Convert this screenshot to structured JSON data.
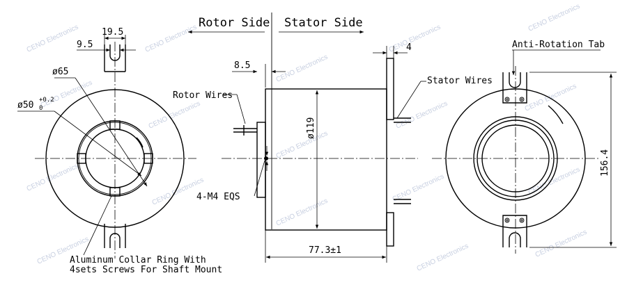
{
  "labels": {
    "rotor_side": "Rotor Side",
    "stator_side": "Stator Side",
    "rotor_wires": "Rotor Wires",
    "stator_wires": "Stator Wires",
    "anti_rotation_tab": "Anti-Rotation Tab",
    "m4": "4-M4 EQS",
    "collar_line1": "Aluminum Collar Ring With",
    "collar_line2": "4sets Screws For Shaft Mount"
  },
  "dimensions": {
    "d19_5": "19.5",
    "d9_5": "9.5",
    "d65": "ø65",
    "d50": "ø50",
    "d50_tol_upper": "+0.2",
    "d50_tol_lower": "0",
    "d8_5": "8.5",
    "d119": "ø119",
    "d4": "4",
    "d77_3": "77.3±1",
    "d156_4": "156.4"
  },
  "watermark": "CENO Electronics"
}
